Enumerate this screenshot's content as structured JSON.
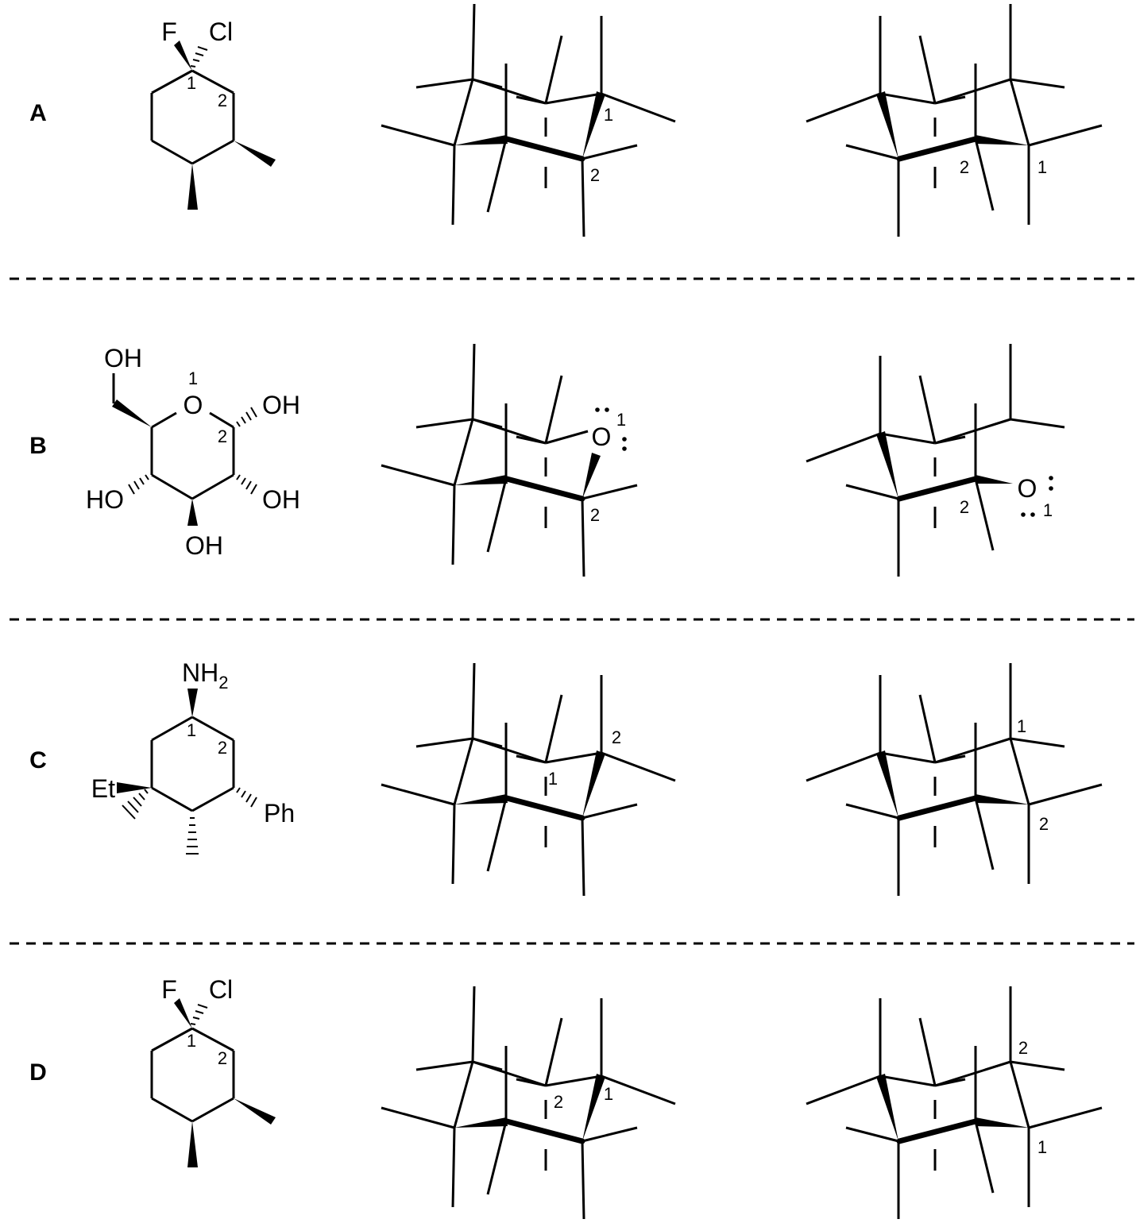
{
  "rows": [
    {
      "label": "A",
      "structure": {
        "atoms": [
          "F",
          "Cl"
        ],
        "numbers": [
          "1",
          "2"
        ]
      },
      "chair_left": {
        "numbers": [
          "1",
          "2"
        ]
      },
      "chair_right": {
        "numbers": [
          "2",
          "1"
        ]
      }
    },
    {
      "label": "B",
      "structure": {
        "atoms": [
          "OH",
          "O",
          "OH",
          "HO",
          "OH",
          "OH"
        ],
        "numbers": [
          "1",
          "2"
        ]
      },
      "chair_left": {
        "atoms": [
          "O"
        ],
        "numbers": [
          "1",
          "2"
        ]
      },
      "chair_right": {
        "atoms": [
          "O"
        ],
        "numbers": [
          "2",
          "1"
        ]
      }
    },
    {
      "label": "C",
      "structure": {
        "atoms": [
          "NH",
          "2",
          "Et",
          "Ph"
        ],
        "numbers": [
          "1",
          "2"
        ]
      },
      "chair_left": {
        "numbers": [
          "2",
          "1"
        ]
      },
      "chair_right": {
        "numbers": [
          "1",
          "2"
        ]
      }
    },
    {
      "label": "D",
      "structure": {
        "atoms": [
          "F",
          "Cl"
        ],
        "numbers": [
          "1",
          "2"
        ]
      },
      "chair_left": {
        "numbers": [
          "2",
          "1"
        ]
      },
      "chair_right": {
        "numbers": [
          "2",
          "1"
        ]
      }
    }
  ]
}
